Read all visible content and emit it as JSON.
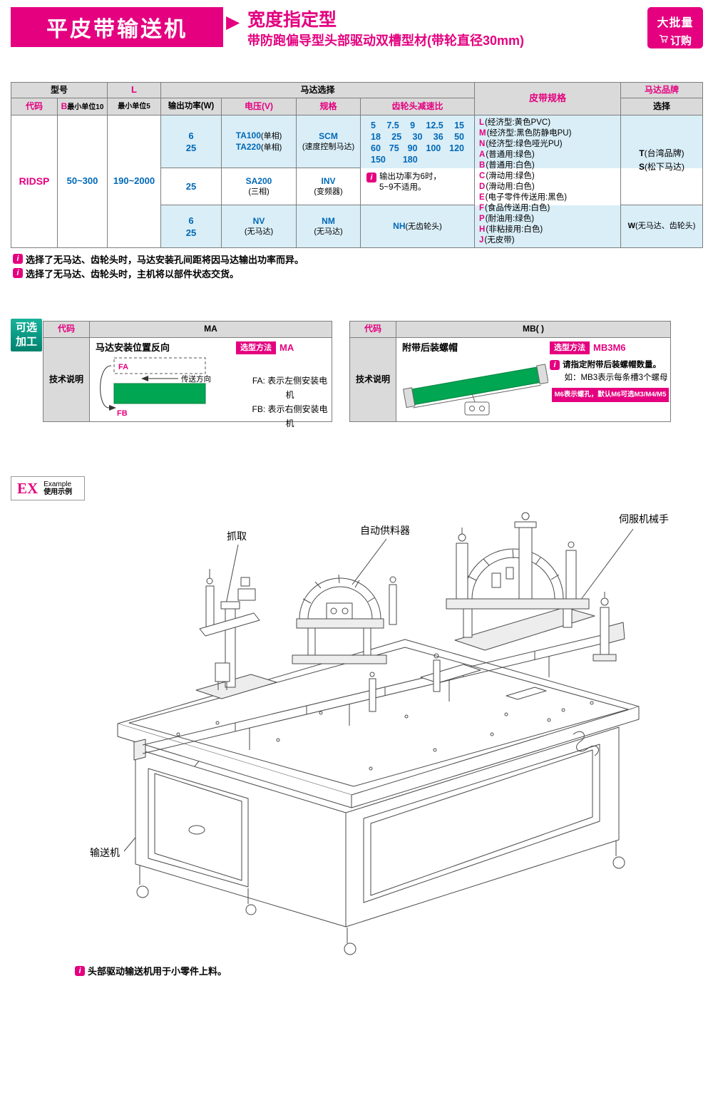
{
  "colors": {
    "accent_magenta": "#E4007F",
    "value_blue": "#0068B7",
    "row_light_blue": "#D9EEF7",
    "belt_green": "#00A651",
    "optional_badge_teal": "#00A693",
    "header_gray": "#DADADA"
  },
  "icons": {
    "info": "i",
    "pointer": "▶"
  },
  "header": {
    "title": "平皮带输送机",
    "type_name": "宽度指定型",
    "type_desc": "带防跑偏导型头部驱动双槽型材(带轮直径30mm)",
    "bulk_badge": {
      "line1": "大批量",
      "line2": "订购"
    }
  },
  "order_table": {
    "headers": {
      "model": "型号",
      "code": "代码",
      "b": "B",
      "b_unit": "最小单位10",
      "l": "L",
      "l_unit": "最小单位5",
      "motor": "马达选择",
      "power": "输出功率(W)",
      "voltage": "电压(V)",
      "spec": "规格",
      "gear": "齿轮头减速比",
      "belt": "皮带规格",
      "brand": "马达品牌",
      "brand_sub": "选择"
    },
    "code_value": "RIDSP",
    "b_value": "50~300",
    "l_value": "190~2000",
    "motor_row_a": {
      "power": [
        "6",
        "25"
      ],
      "voltage": [
        {
          "code": "TA100",
          "note": "(单相)"
        },
        {
          "code": "TA220",
          "note": "(单相)"
        }
      ],
      "spec_code": "SCM",
      "spec_note": "(速度控制马达)"
    },
    "motor_row_b": {
      "power": "25",
      "voltage_code": "SA200",
      "voltage_note": "(三相)",
      "spec_code": "INV",
      "spec_note": "(变频器)"
    },
    "motor_row_c": {
      "power": [
        "6",
        "25"
      ],
      "voltage_code": "NV",
      "voltage_note": "(无马达)",
      "spec_code": "NM",
      "spec_note": "(无马达)",
      "gear_code": "NH",
      "gear_note": "(无齿轮头)"
    },
    "gear_ratios": [
      [
        "5",
        "7.5",
        "9",
        "12.5",
        "15"
      ],
      [
        "18",
        "25",
        "30",
        "36",
        "50"
      ],
      [
        "60",
        "75",
        "90",
        "100",
        "120"
      ],
      [
        "150",
        "180"
      ]
    ],
    "gear_note_1": "输出功率为6时，",
    "gear_note_2": "5~9不适用。",
    "belt_items": [
      {
        "letter": "L",
        "desc": "(经济型:黄色PVC)"
      },
      {
        "letter": "M",
        "desc": "(经济型:黑色防静电PU)"
      },
      {
        "letter": "N",
        "desc": "(经济型:绿色哑光PU)"
      },
      {
        "letter": "A",
        "desc": "(普通用:绿色)"
      },
      {
        "letter": "B",
        "desc": "(普通用:白色)"
      },
      {
        "letter": "C",
        "desc": "(滑动用:绿色)"
      },
      {
        "letter": "D",
        "desc": "(滑动用:白色)"
      },
      {
        "letter": "E",
        "desc": "(电子零件传送用:黑色)"
      },
      {
        "letter": "F",
        "desc": "(食品传送用:白色)"
      },
      {
        "letter": "P",
        "desc": "(耐油用:绿色)"
      },
      {
        "letter": "H",
        "desc": "(非粘接用:白色)"
      },
      {
        "letter": "J",
        "desc": "(无皮带)"
      }
    ],
    "brands": [
      {
        "letter": "T",
        "desc": "(台湾品牌)"
      },
      {
        "letter": "S",
        "desc": "(松下马达)"
      }
    ],
    "brand_none": {
      "letter": "W",
      "desc": "(无马达、齿轮头)"
    }
  },
  "notes": [
    "选择了无马达、齿轮头时，马达安装孔间距将因马达输出功率而异。",
    "选择了无马达、齿轮头时，主机将以部件状态交货。"
  ],
  "optional": {
    "badge_line1": "可选",
    "badge_line2": "加工",
    "ma": {
      "code_label": "代码",
      "code_value": "MA",
      "tech_label": "技术说明",
      "title": "马达安装位置反向",
      "method_label": "选型方法",
      "method_value": "MA",
      "direction": "传送方向",
      "fa": "FA",
      "fb": "FB",
      "fa_desc": "FA: 表示左侧安装电机",
      "fb_desc": "FB: 表示右侧安装电机"
    },
    "mb": {
      "code_label": "代码",
      "code_value": "MB( )",
      "tech_label": "技术说明",
      "title": "附带后装螺帽",
      "method_label": "选型方法",
      "method_value": "MB3M6",
      "note1": "请指定附带后装螺帽数量。",
      "note2": "如：MB3表示每条槽3个螺母",
      "note3": "M6表示螺孔，默认M6可选M3/M4/M5"
    }
  },
  "example": {
    "ex": "EX",
    "example_en": "Example",
    "example_cn": "使用示例",
    "labels": {
      "grab": "抓取",
      "feeder": "自动供料器",
      "servo": "伺服机械手",
      "conveyor": "输送机"
    },
    "note": "头部驱动输送机用于小零件上料。"
  }
}
